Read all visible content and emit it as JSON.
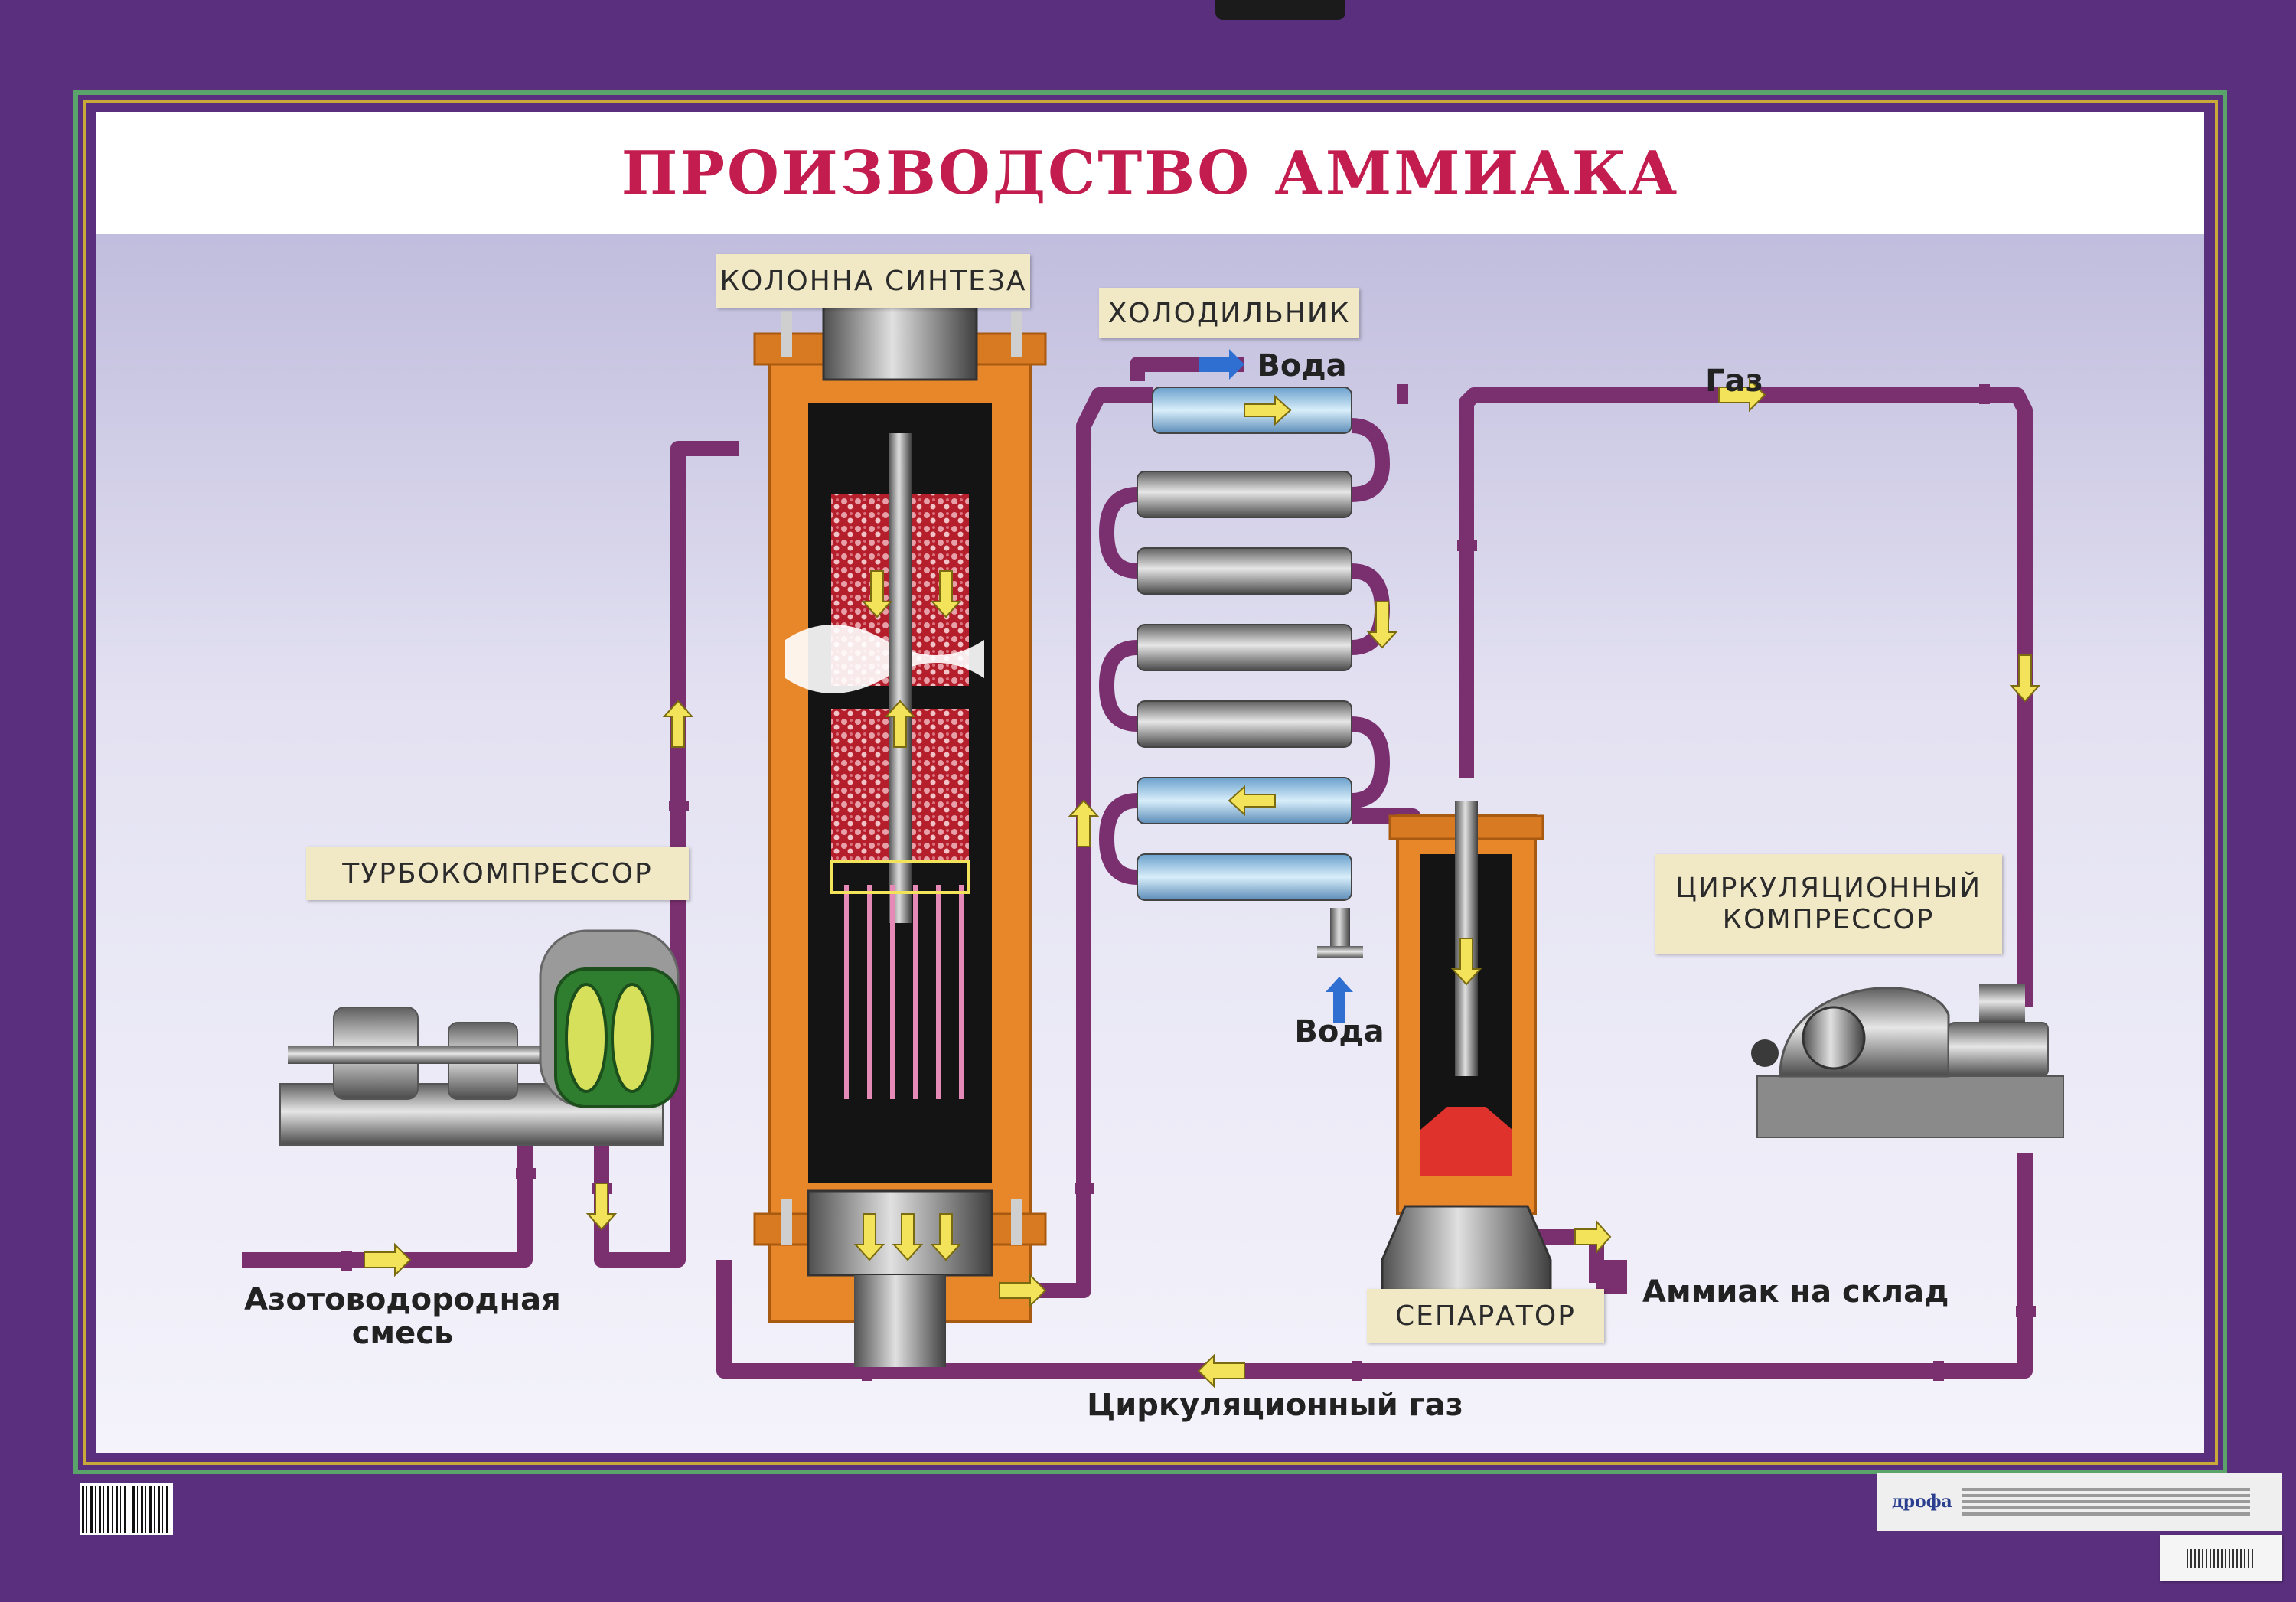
{
  "title": "ПРОИЗВОДСТВО АММИАКА",
  "labels": {
    "synthesis_column": "КОЛОННА СИНТЕЗА",
    "cooler": "ХОЛОДИЛЬНИК",
    "turbocompressor": "ТУРБОКОМПРЕССОР",
    "circulation_compressor_line1": "ЦИРКУЛЯЦИОННЫЙ",
    "circulation_compressor_line2": "КОМПРЕССОР",
    "separator": "СЕПАРАТОР",
    "water_out": "Вода",
    "water_in": "Вода",
    "gas": "Газ",
    "nitrogen_hydrogen_line1": "Азотоводородная",
    "nitrogen_hydrogen_line2": "смесь",
    "ammonia_to_storage": "Аммиак на склад",
    "circulation_gas": "Циркуляционный газ"
  },
  "colors": {
    "pipe": "#7a2f6f",
    "arrow": "#f2e35a",
    "column_shell": "#e8862a",
    "catalyst": "#b8232d",
    "metal": "#8c8c8c",
    "frame": "#5a2f7d",
    "water_arrow": "#2f6fd1"
  },
  "publisher": {
    "logo": "дрофа"
  }
}
